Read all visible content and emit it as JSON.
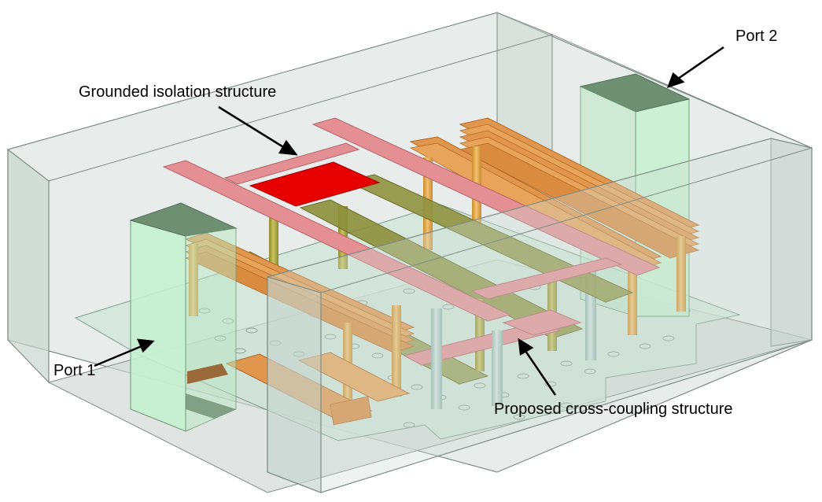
{
  "labels": {
    "isolation": "Grounded isolation structure",
    "port2": "Port 2",
    "port1": "Port 1",
    "cross_coupling": "Proposed cross-coupling structure"
  },
  "colors": {
    "box_fill": "#c9d6d0",
    "box_edge": "#7f8d86",
    "port_face": "#c5f0cf",
    "port_top": "#6f8f73",
    "resonator": "#e0964d",
    "resonator_edge": "#b36a25",
    "isolation": "#e48f93",
    "isolation_pad": "#e60000",
    "cross_coupling": "#8c8f3b",
    "post": "#e3a84a",
    "ground_post": "#a9c3bc",
    "substrate": "#cfe6d9"
  }
}
